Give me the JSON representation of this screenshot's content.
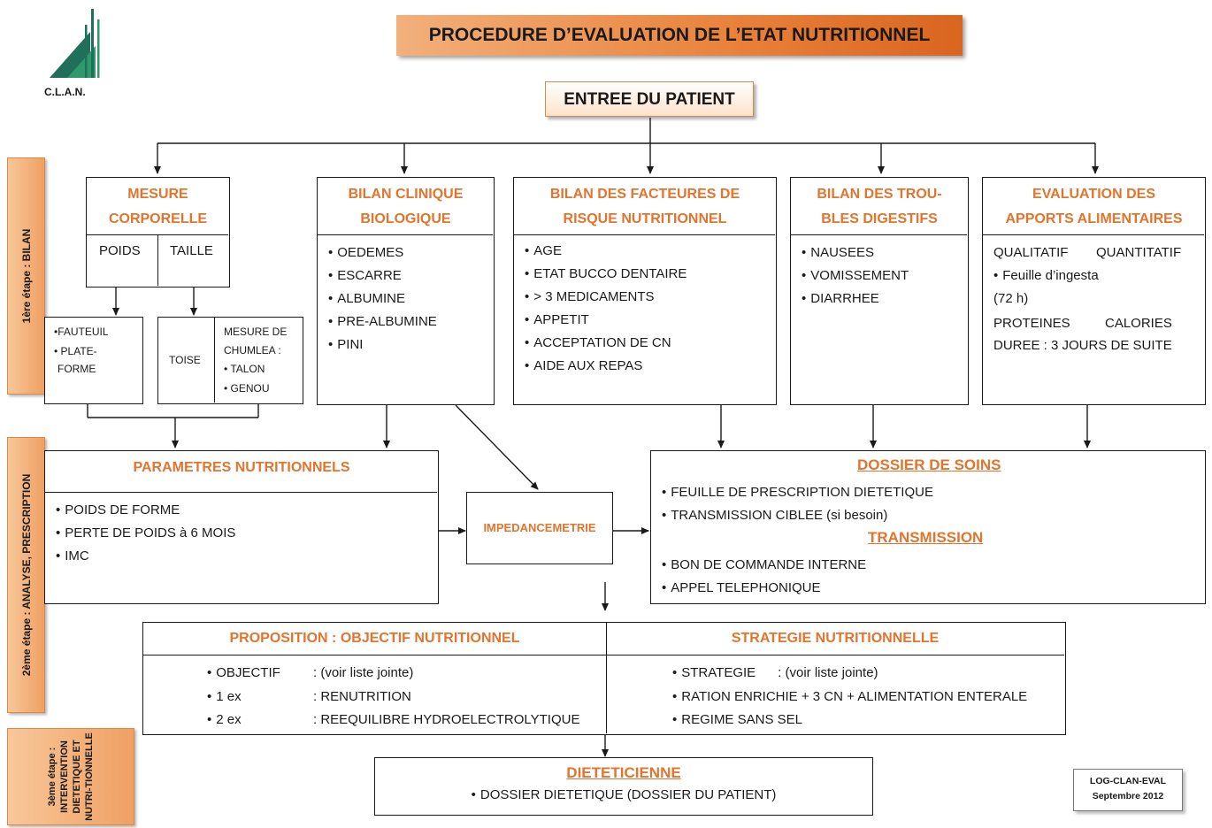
{
  "logo": {
    "text": "C.L.A.N."
  },
  "title": "PROCEDURE D’EVALUATION DE L’ETAT NUTRITIONNEL",
  "entree": "ENTREE DU PATIENT",
  "steps": {
    "step1": "1ère étape : BILAN",
    "step2": "2ème étape : ANALYSE, PRESCRIPTION",
    "step3": "3ème étape : INTERVENTION DIETETIQUE ET NUTRI-TIONNELLE"
  },
  "mesure": {
    "title1": "MESURE",
    "title2": "CORPORELLE",
    "poids": "POIDS",
    "taille": "TAILLE",
    "fauteuil": "•FAUTEUIL",
    "plate1": "• PLATE-",
    "plate2": "FORME",
    "toise": "TOISE",
    "chumlea1": "MESURE DE",
    "chumlea2": "CHUMLEA :",
    "talon": "• TALON",
    "genou": "• GENOU"
  },
  "bilan_clinique": {
    "title1": "BILAN CLINIQUE",
    "title2": "BIOLOGIQUE",
    "items": [
      "OEDEMES",
      "ESCARRE",
      "ALBUMINE",
      "PRE-ALBUMINE",
      "PINI"
    ]
  },
  "bilan_facteurs": {
    "title1": "BILAN DES FACTEURES DE",
    "title2": "RISQUE NUTRITIONNEL",
    "items": [
      "AGE",
      "ETAT BUCCO DENTAIRE",
      "> 3 MEDICAMENTS",
      "APPETIT",
      "ACCEPTATION DE CN",
      "AIDE AUX REPAS"
    ]
  },
  "bilan_troubles": {
    "title1": "BILAN DES TROU-",
    "title2": "BLES DIGESTIFS",
    "items": [
      "NAUSEES",
      "VOMISSEMENT",
      "DIARRHEE"
    ]
  },
  "evaluation": {
    "title1": "EVALUATION DES",
    "title2": "APPORTS ALIMENTAIRES",
    "qualitatif": "QUALITATIF",
    "quantitatif": "QUANTITATIF",
    "feuille": "Feuille d’ingesta",
    "duree72": "(72 h)",
    "proteines": "PROTEINES",
    "calories": "CALORIES",
    "duree": "DUREE : 3 JOURS DE SUITE"
  },
  "parametres": {
    "title": "PARAMETRES NUTRITIONNELS",
    "items": [
      "POIDS DE FORME",
      "PERTE DE POIDS à 6 MOIS",
      "IMC"
    ]
  },
  "impedancemetrie": "IMPEDANCEMETRIE",
  "dossier": {
    "title": "DOSSIER DE SOINS",
    "items": [
      "FEUILLE DE PRESCRIPTION DIETETIQUE",
      "TRANSMISSION CIBLEE (si besoin)"
    ],
    "transmission_title": "TRANSMISSION",
    "transmission_items": [
      "BON DE COMMANDE INTERNE",
      "APPEL TELEPHONIQUE"
    ]
  },
  "proposition": {
    "title": "PROPOSITION : OBJECTIF NUTRITIONNEL",
    "rows": [
      {
        "label": "OBJECTIF",
        "value": ": (voir liste jointe)"
      },
      {
        "label": "1 ex",
        "value": ": RENUTRITION"
      },
      {
        "label": "2 ex",
        "value": ": REEQUILIBRE HYDROELECTROLYTIQUE"
      }
    ]
  },
  "strategie": {
    "title": "STRATEGIE NUTRITIONNELLE",
    "items": [
      "STRATEGIE      : (voir liste jointe)",
      "RATION ENRICHIE + 3 CN + ALIMENTATION ENTERALE",
      "REGIME SANS SEL"
    ]
  },
  "dieteticienne": {
    "title": "DIETETICIENNE",
    "item": "DOSSIER DIETETIQUE (DOSSIER DU PATIENT)"
  },
  "stamp": {
    "line1": "LOG-CLAN-EVAL",
    "line2": "Septembre 2012"
  },
  "colors": {
    "accent": "#e2742d",
    "tab": "#f4b27a"
  }
}
